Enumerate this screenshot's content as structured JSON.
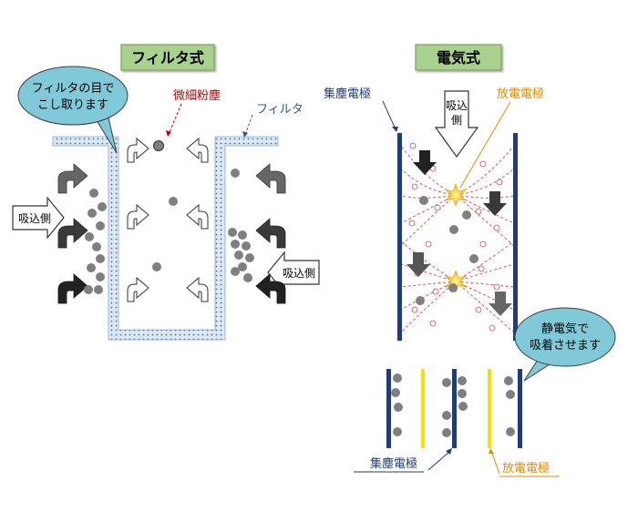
{
  "filter_side": {
    "title": "フィルタ式",
    "bubble_line1": "フィルタの目で",
    "bubble_line2": "こし取ります",
    "dust_label": "微細粉塵",
    "filter_label": "フィルタ",
    "intake_left": "吸込側",
    "intake_right": "吸込側"
  },
  "electric_side": {
    "title": "電気式",
    "collector_label": "集塵電極",
    "discharge_label": "放電電極",
    "intake_line1": "吸込",
    "intake_line2": "側",
    "bubble_line1": "静電気で",
    "bubble_line2": "吸着させます",
    "bottom_collector_label": "集塵電極",
    "bottom_discharge_label": "放電電極"
  },
  "colors": {
    "title_box_fill": "#a9d18e",
    "title_box_border": "#7f9f5f",
    "bubble_fill": "#7fc9d8",
    "filter_fill": "#dbe7f3",
    "filter_dot": "#3e6ea5",
    "collector_electrode": "#1f3d7a",
    "discharge_electrode": "#f5e000",
    "dust_label": "#c00000",
    "filter_label": "#2f55a4",
    "discharge_label": "#e68a00",
    "particle": "#7f7f7f",
    "field_line": "#e04040"
  }
}
